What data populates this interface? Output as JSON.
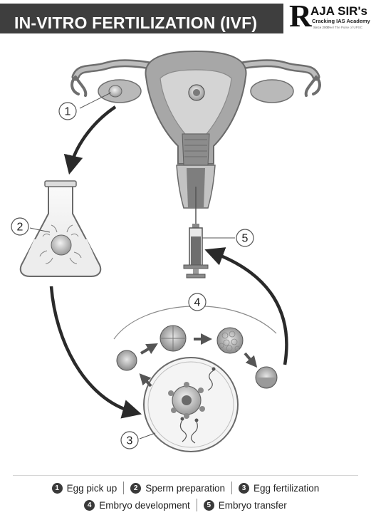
{
  "header": {
    "title": "IN-VITRO FERTILIZATION (IVF)",
    "logo": {
      "letter": "R",
      "name": "AJA SIR's",
      "tagline": "Cracking IAS Academy",
      "since": "Since 2000",
      "slogan": "Feel The Pulse of UPSC"
    }
  },
  "steps": [
    {
      "number": "1",
      "label": "Egg pick up"
    },
    {
      "number": "2",
      "label": "Sperm preparation"
    },
    {
      "number": "3",
      "label": "Egg fertilization"
    },
    {
      "number": "4",
      "label": "Embryo development"
    },
    {
      "number": "5",
      "label": "Embryo transfer"
    }
  ],
  "colors": {
    "title_bar": "#3e3e3e",
    "organ": "#b0b0b0",
    "organ_dark": "#6e6e6e",
    "arrow": "#2a2a2a",
    "legend_bullet": "#3a3a3a"
  }
}
